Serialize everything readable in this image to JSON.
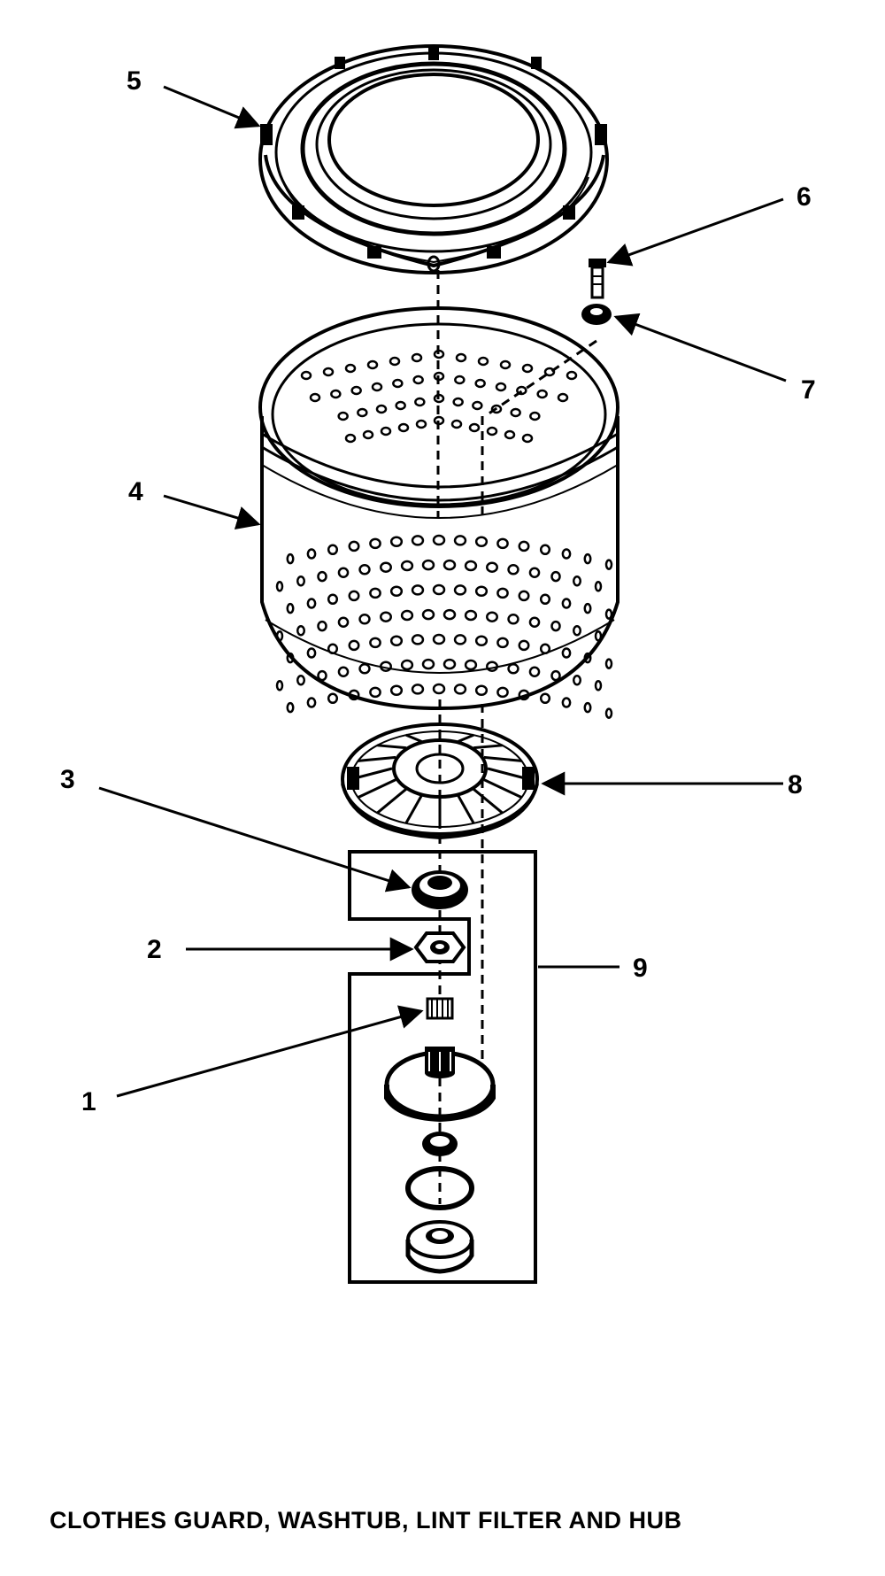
{
  "caption": "CLOTHES GUARD, WASHTUB, LINT FILTER AND HUB",
  "callouts": {
    "c1": "1",
    "c2": "2",
    "c3": "3",
    "c4": "4",
    "c5": "5",
    "c6": "6",
    "c7": "7",
    "c8": "8",
    "c9": "9"
  },
  "colors": {
    "line": "#000000",
    "background": "#ffffff"
  }
}
